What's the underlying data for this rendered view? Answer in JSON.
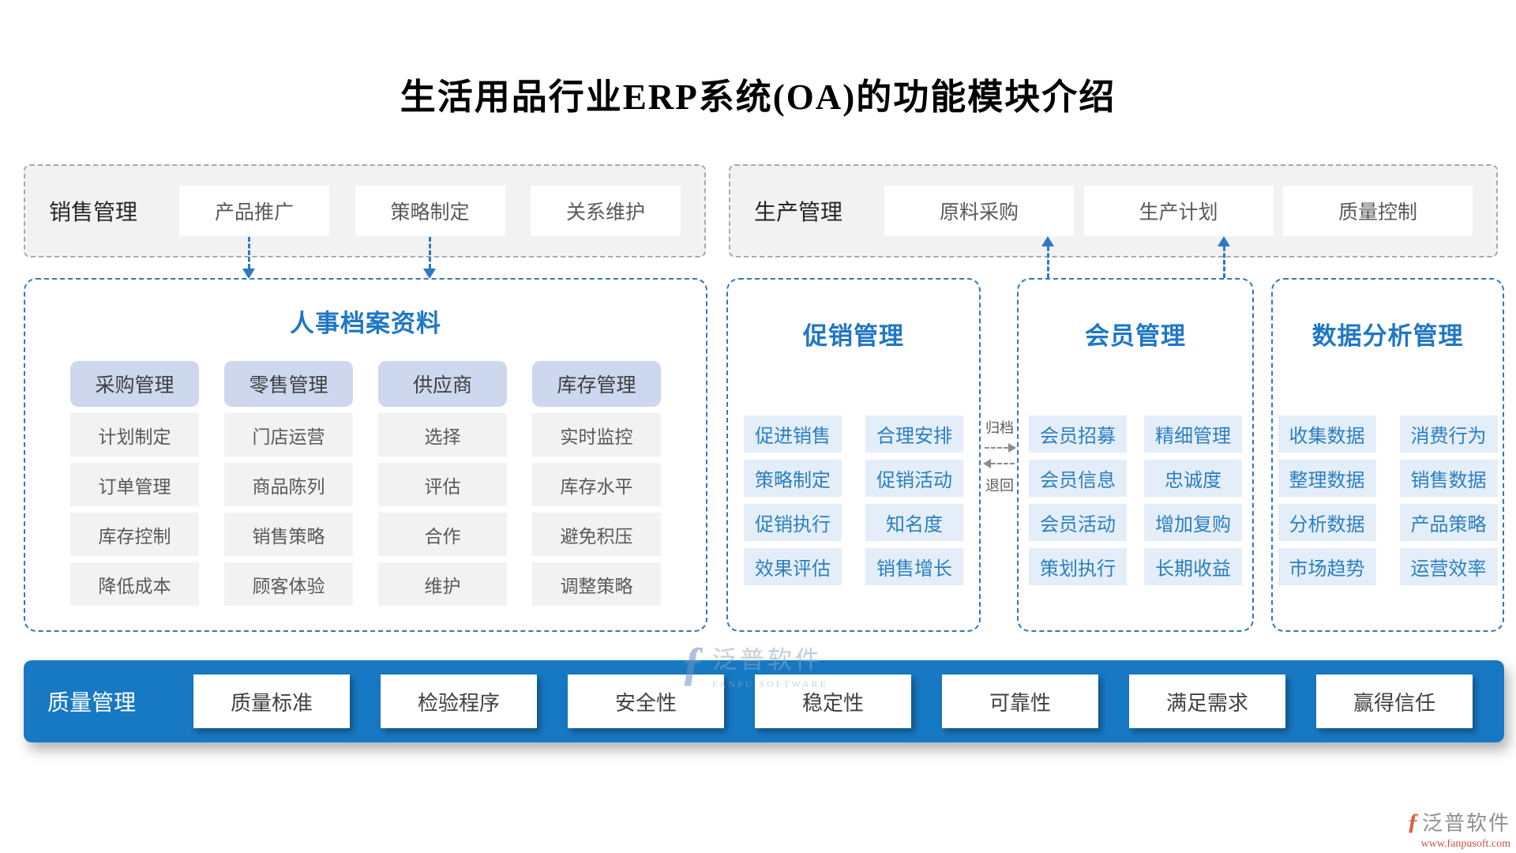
{
  "page": {
    "title": "生活用品行业ERP系统(OA)的功能模块介绍"
  },
  "top_boxes": [
    {
      "label": "销售管理",
      "buttons": [
        "产品推广",
        "策略制定",
        "关系维护"
      ]
    },
    {
      "label": "生产管理",
      "buttons": [
        "原料采购",
        "生产计划",
        "质量控制"
      ]
    }
  ],
  "module_boxes": [
    {
      "title": "人事档案资料",
      "columns": [
        {
          "header": "采购管理",
          "items": [
            "计划制定",
            "订单管理",
            "库存控制",
            "降低成本"
          ]
        },
        {
          "header": "零售管理",
          "items": [
            "门店运营",
            "商品陈列",
            "销售策略",
            "顾客体验"
          ]
        },
        {
          "header": "供应商",
          "items": [
            "选择",
            "评估",
            "合作",
            "维护"
          ]
        },
        {
          "header": "库存管理",
          "items": [
            "实时监控",
            "库存水平",
            "避免积压",
            "调整策略"
          ]
        }
      ]
    },
    {
      "title": "促销管理",
      "columns": [
        {
          "items": [
            "促进销售",
            "策略制定",
            "促销执行",
            "效果评估"
          ]
        },
        {
          "items": [
            "合理安排",
            "促销活动",
            "知名度",
            "销售增长"
          ]
        }
      ]
    },
    {
      "title": "会员管理",
      "columns": [
        {
          "items": [
            "会员招募",
            "会员信息",
            "会员活动",
            "策划执行"
          ]
        },
        {
          "items": [
            "精细管理",
            "忠诚度",
            "增加复购",
            "长期收益"
          ]
        }
      ]
    },
    {
      "title": "数据分析管理",
      "columns": [
        {
          "items": [
            "收集数据",
            "整理数据",
            "分析数据",
            "市场趋势"
          ]
        },
        {
          "items": [
            "消费行为",
            "销售数据",
            "产品策略",
            "运营效率"
          ]
        }
      ]
    }
  ],
  "flow": {
    "archive_label": "归档",
    "return_label": "退回"
  },
  "bottom_bar": {
    "label": "质量管理",
    "buttons": [
      "质量标准",
      "检验程序",
      "安全性",
      "稳定性",
      "可靠性",
      "满足需求",
      "赢得信任"
    ]
  },
  "watermark": {
    "center": {
      "brand": "泛普软件",
      "sub_brand": "FANPU SOFTWARE"
    },
    "corner": {
      "brand": "泛普软件",
      "url": "www.fanpusoft.com"
    }
  },
  "colors": {
    "accent_blue": "#2077c5",
    "dashed_border_blue": "#2e79c0",
    "bar_blue": "#1779c4",
    "chip_blue_bg": "#e4eef9",
    "chip_blue_text": "#2b7fc0",
    "header_lavender": "#cdd7ee",
    "gray_box_bg": "#f2f2f2",
    "gray_border": "#a9a9a9"
  }
}
